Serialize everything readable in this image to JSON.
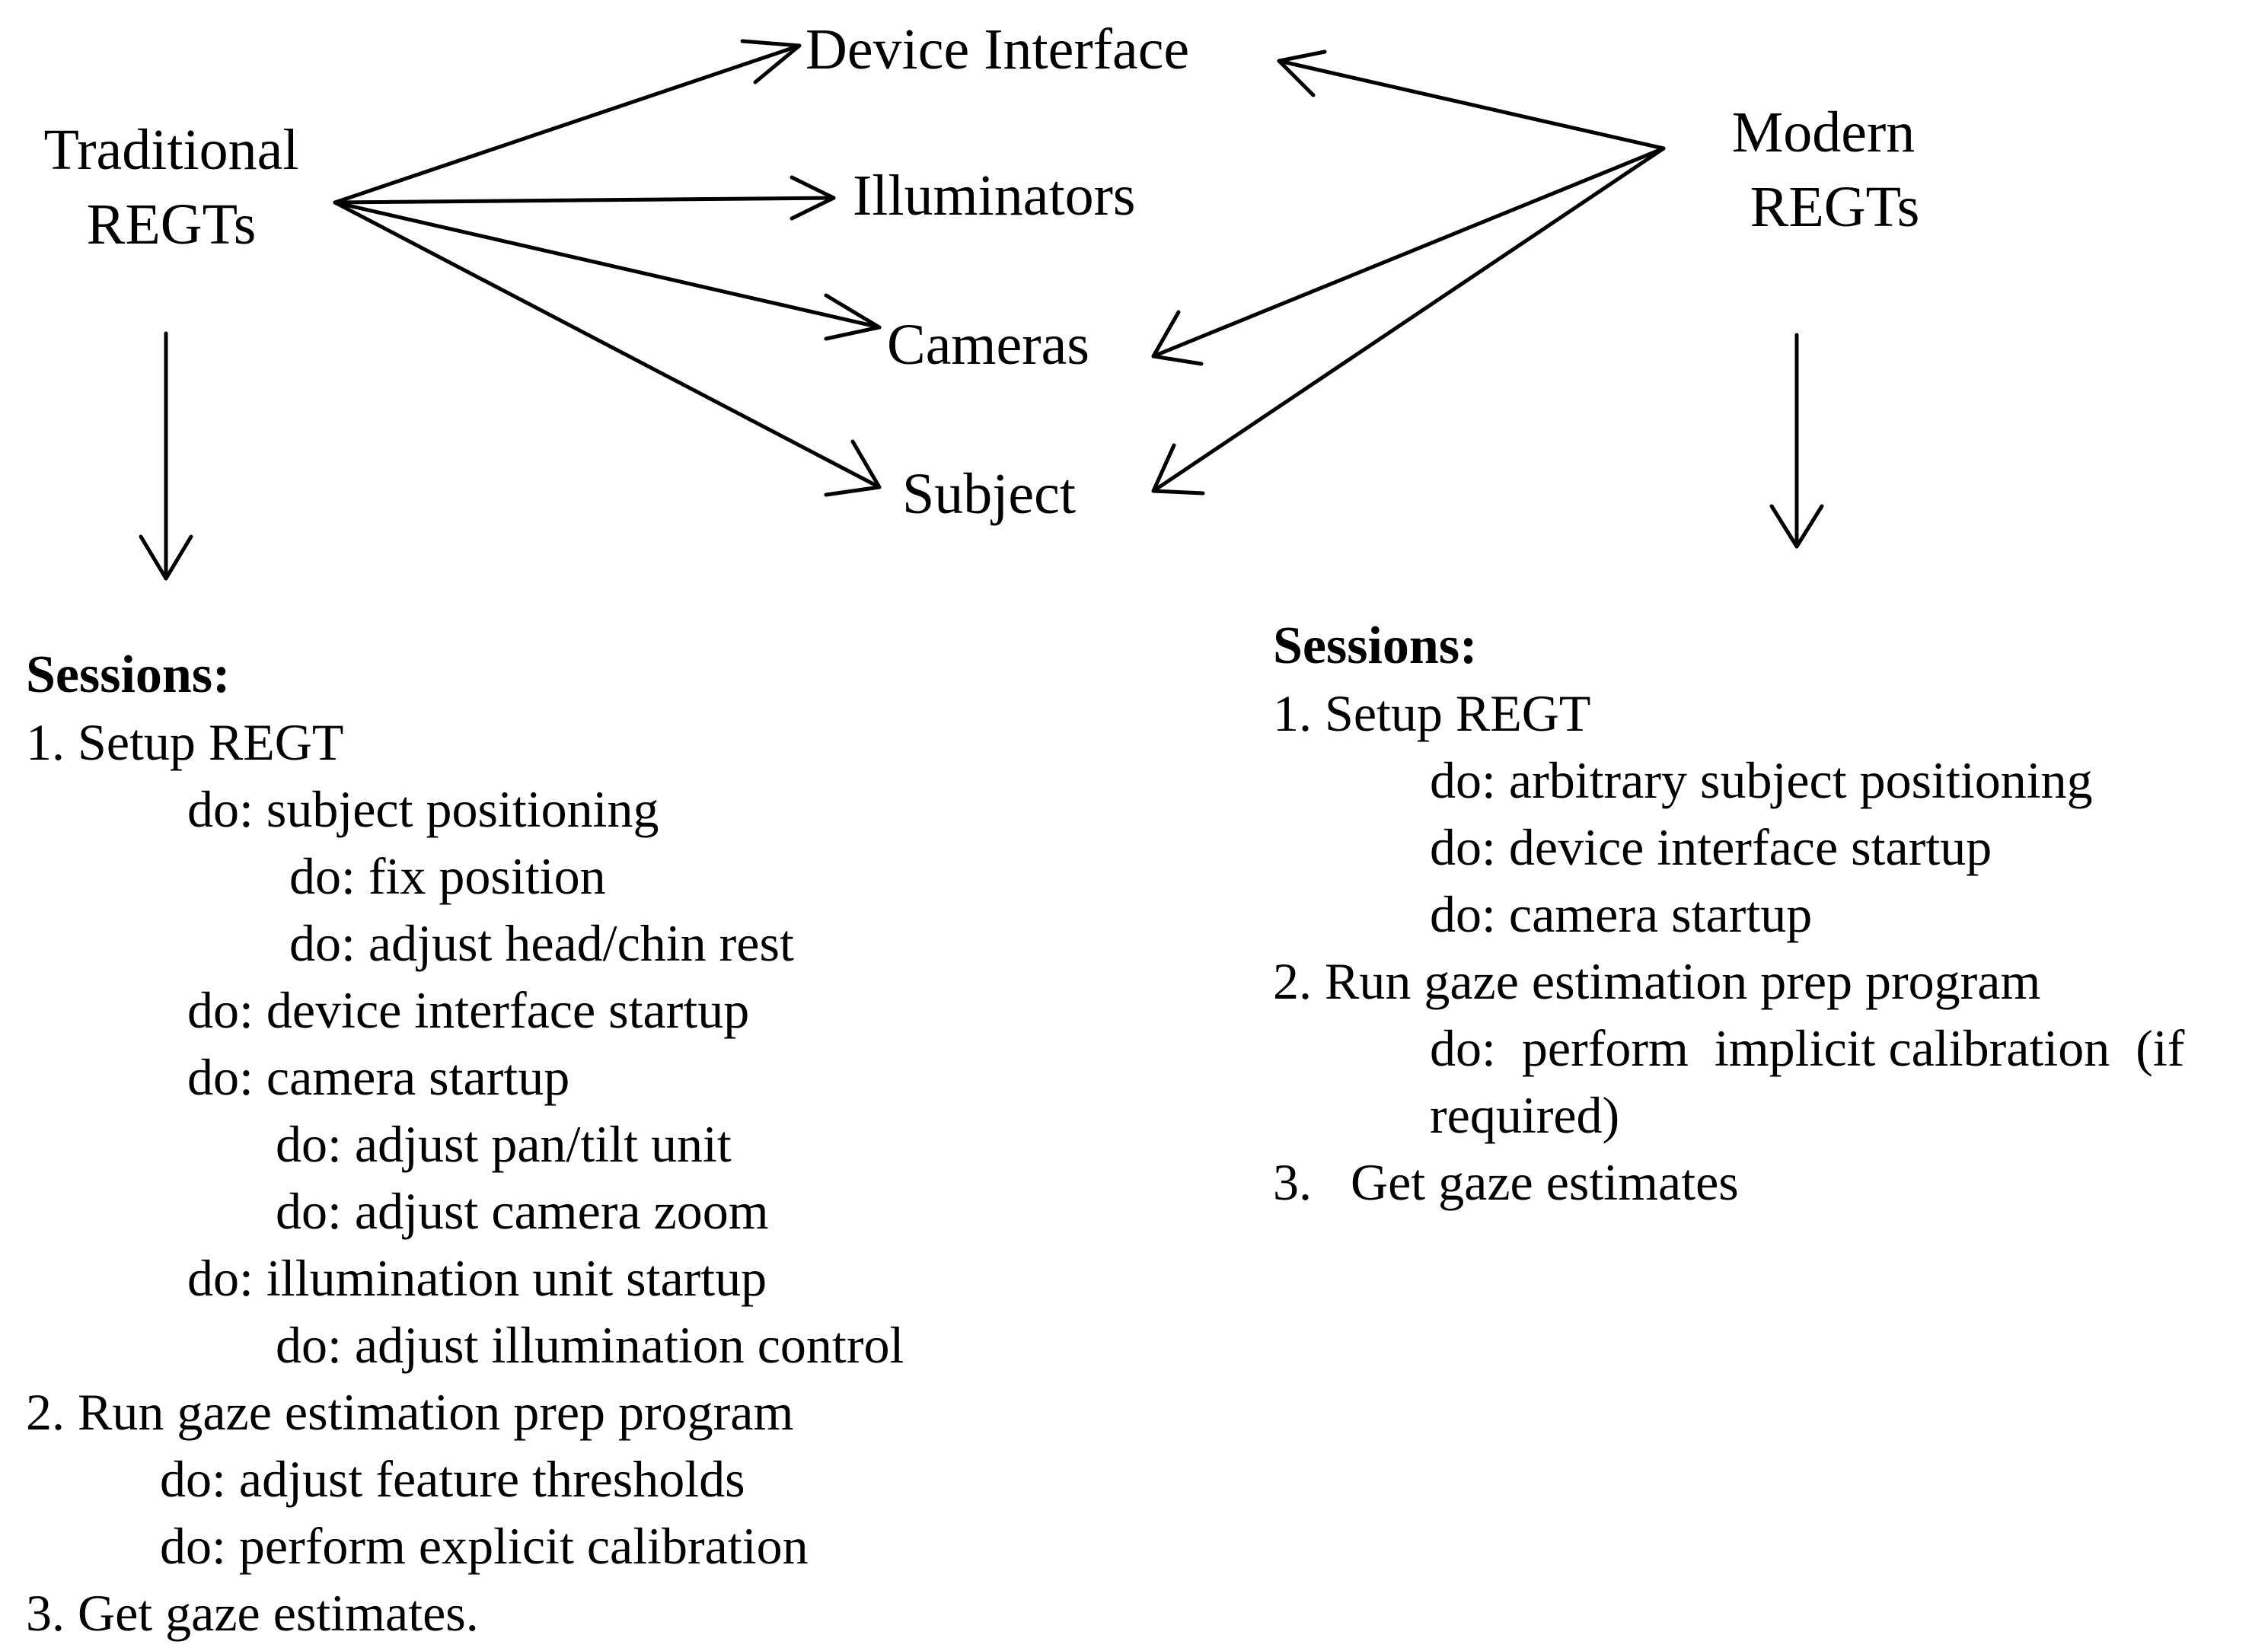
{
  "diagram": {
    "traditional": {
      "line1": "Traditional",
      "line2": "REGTs"
    },
    "modern": {
      "line1": "Modern",
      "line2": "REGTs"
    },
    "components": {
      "device_interface": "Device Interface",
      "illuminators": "Illuminators",
      "cameras": "Cameras",
      "subject": "Subject"
    }
  },
  "traditional_sessions": {
    "heading": "Sessions:",
    "lines": [
      "1.  Setup REGT",
      "do: subject positioning",
      "do: fix position",
      "do: adjust head/chin rest",
      "do: device interface startup",
      "do: camera startup",
      "do: adjust pan/tilt unit",
      "do: adjust camera zoom",
      "do: illumination unit startup",
      "do: adjust illumination control",
      "2.  Run gaze estimation prep program",
      "do: adjust feature thresholds",
      "do: perform explicit calibration",
      "3. Get gaze estimates."
    ]
  },
  "modern_sessions": {
    "heading": "Sessions:",
    "lines": [
      "1.  Setup  REGT",
      "do: arbitrary subject positioning",
      "do: device interface startup",
      "do: camera startup",
      "2.  Run gaze estimation prep program",
      "do:  perform  implicit calibration  (if",
      "required)",
      "3.   Get gaze estimates"
    ]
  }
}
